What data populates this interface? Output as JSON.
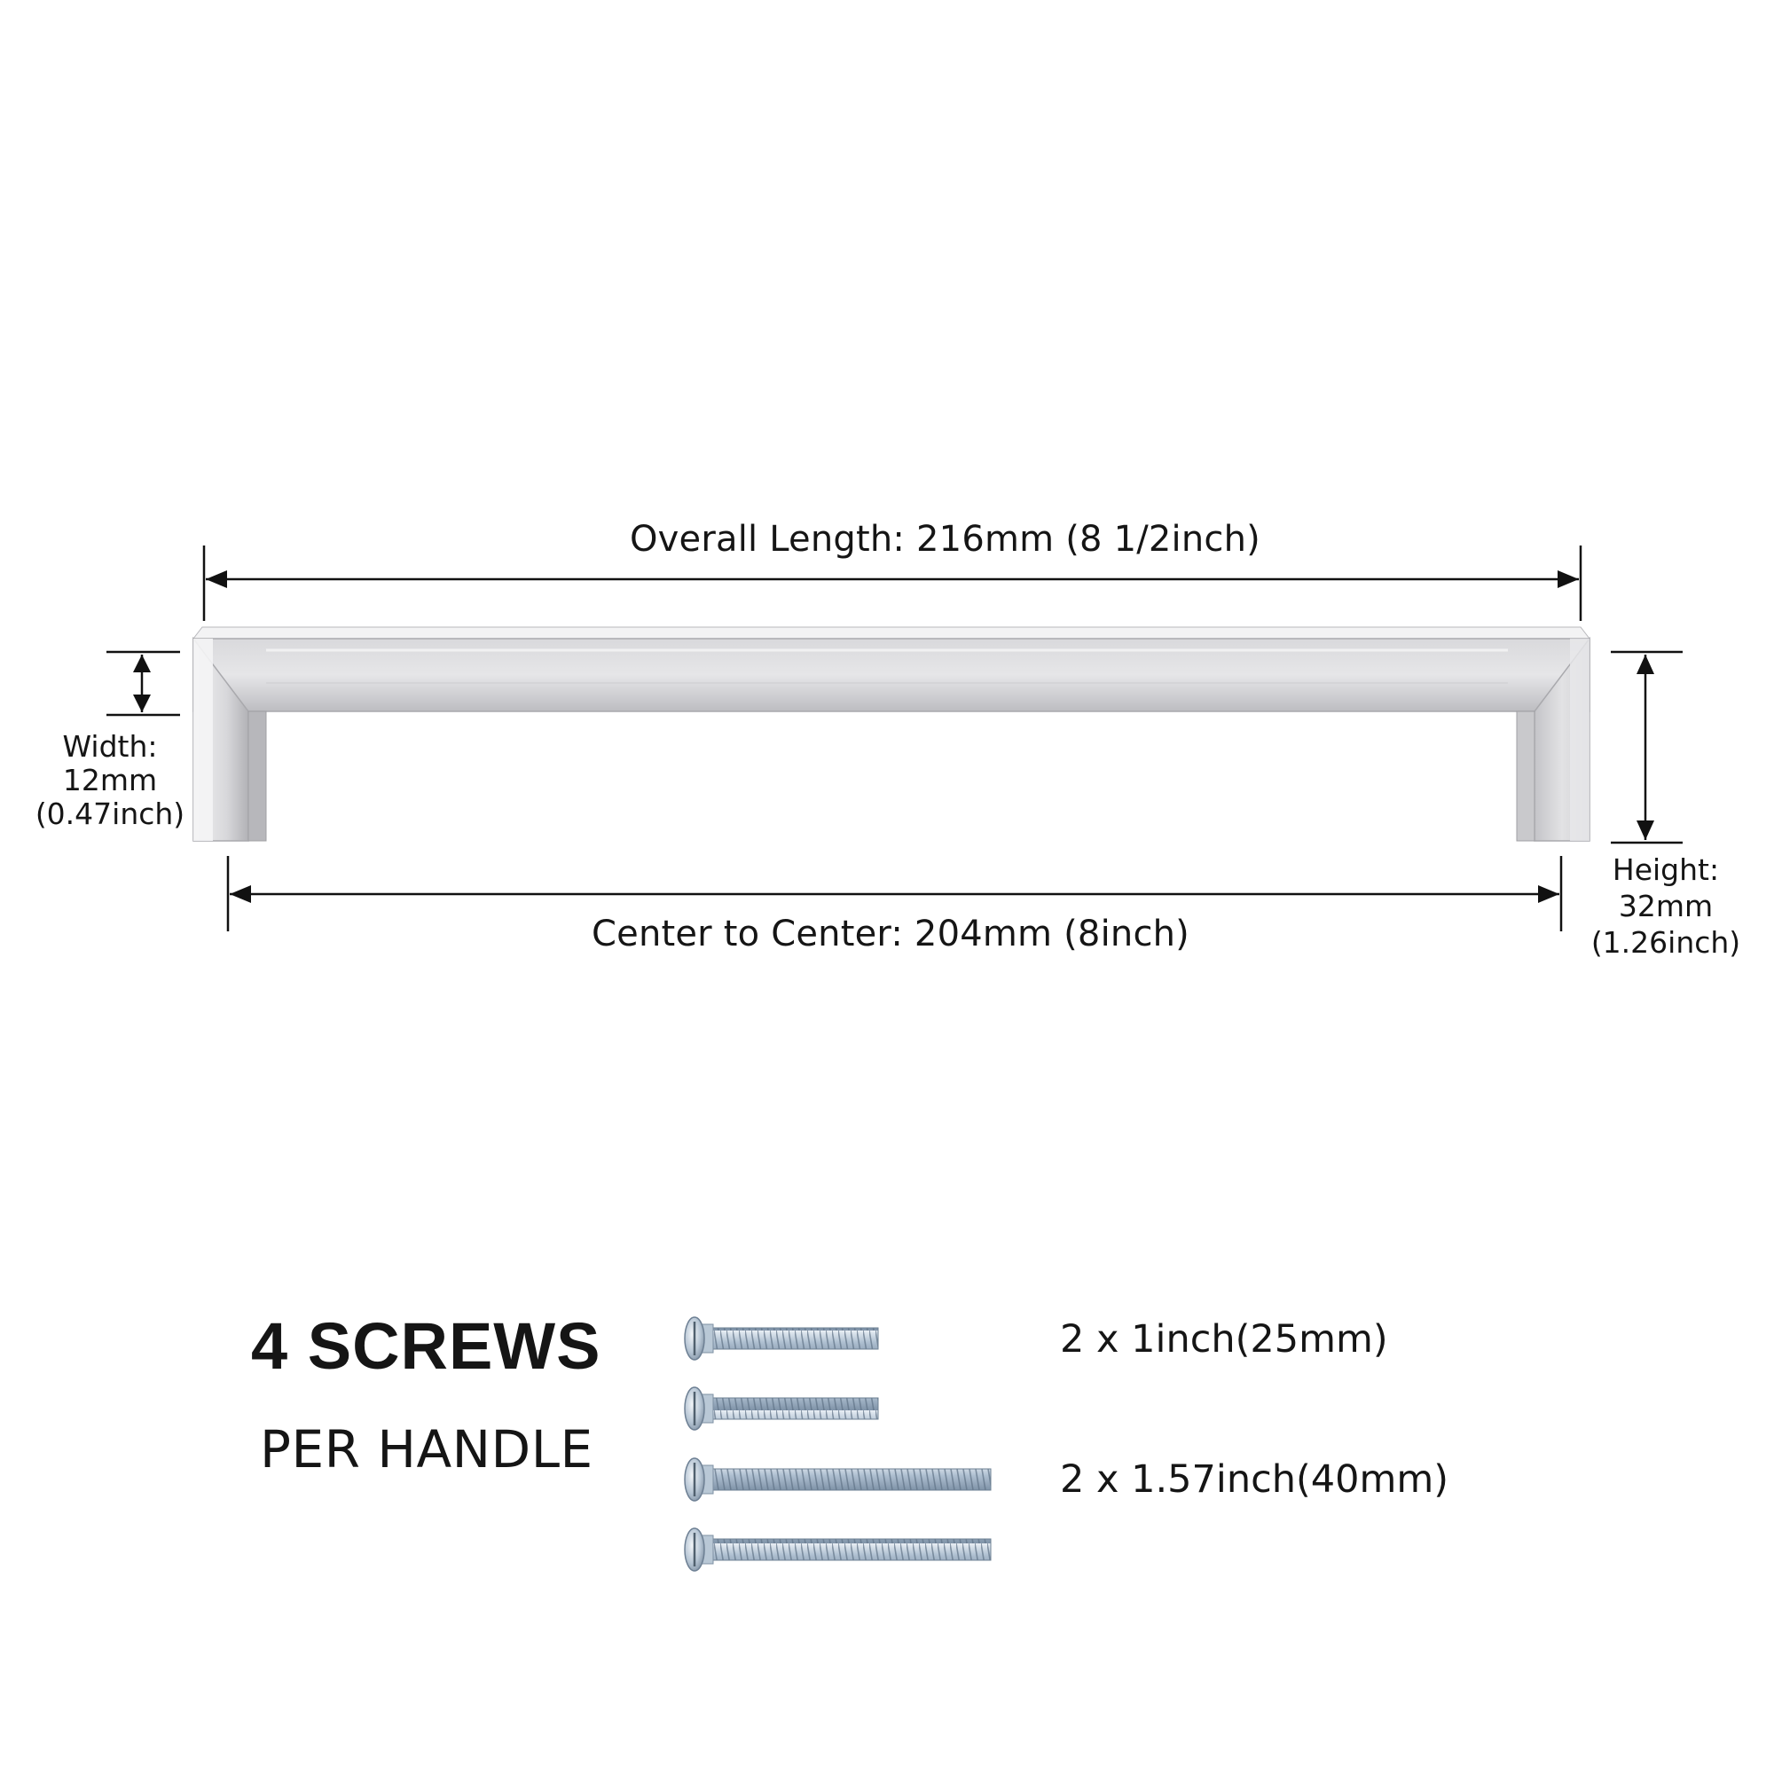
{
  "dimensions": {
    "overall_length": "Overall Length: 216mm (8 1/2inch)",
    "center_to_center": "Center to Center: 204mm (8inch)",
    "width": {
      "line1": "Width:",
      "line2": "12mm",
      "line3": "(0.47inch)"
    },
    "height": {
      "line1": "Height:",
      "line2": "32mm",
      "line3": "(1.26inch)"
    }
  },
  "screws": {
    "title": "4 SCREWS",
    "subtitle": "PER HANDLE",
    "spec_short": "2 x 1inch(25mm)",
    "spec_long": "2 x 1.57inch(40mm)"
  },
  "colors": {
    "handle_light": "#e4e4e6",
    "handle_mid": "#c9c9cc",
    "handle_dark": "#9e9ea2",
    "screw": "#9fb3c6",
    "line": "#111111"
  }
}
